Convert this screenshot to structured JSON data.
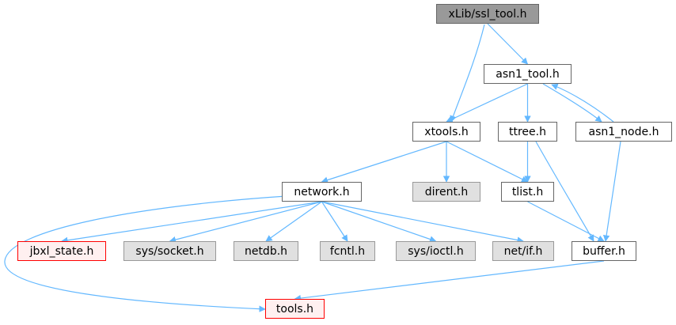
{
  "graph": {
    "edge_color": "#63b8ff",
    "nodes": {
      "ssl_tool": {
        "label": "xLib/ssl_tool.h",
        "kind": "root"
      },
      "asn1_tool": {
        "label": "asn1_tool.h",
        "kind": "link"
      },
      "xtools": {
        "label": "xtools.h",
        "kind": "link"
      },
      "ttree": {
        "label": "ttree.h",
        "kind": "link"
      },
      "asn1_node": {
        "label": "asn1_node.h",
        "kind": "link"
      },
      "network": {
        "label": "network.h",
        "kind": "link"
      },
      "dirent": {
        "label": "dirent.h",
        "kind": "system"
      },
      "tlist": {
        "label": "tlist.h",
        "kind": "link"
      },
      "jbxl_state": {
        "label": "jbxl_state.h",
        "kind": "missing"
      },
      "sys_socket": {
        "label": "sys/socket.h",
        "kind": "system"
      },
      "netdb": {
        "label": "netdb.h",
        "kind": "system"
      },
      "fcntl": {
        "label": "fcntl.h",
        "kind": "system"
      },
      "sys_ioctl": {
        "label": "sys/ioctl.h",
        "kind": "system"
      },
      "net_if": {
        "label": "net/if.h",
        "kind": "system"
      },
      "buffer": {
        "label": "buffer.h",
        "kind": "link"
      },
      "tools": {
        "label": "tools.h",
        "kind": "missing"
      }
    },
    "edges": [
      [
        "ssl_tool",
        "asn1_tool"
      ],
      [
        "ssl_tool",
        "xtools"
      ],
      [
        "asn1_tool",
        "xtools"
      ],
      [
        "asn1_tool",
        "ttree"
      ],
      [
        "asn1_tool",
        "asn1_node"
      ],
      [
        "asn1_node",
        "asn1_tool"
      ],
      [
        "asn1_node",
        "buffer"
      ],
      [
        "xtools",
        "network"
      ],
      [
        "xtools",
        "dirent"
      ],
      [
        "xtools",
        "tlist"
      ],
      [
        "ttree",
        "tlist"
      ],
      [
        "ttree",
        "buffer"
      ],
      [
        "tlist",
        "buffer"
      ],
      [
        "network",
        "jbxl_state"
      ],
      [
        "network",
        "sys_socket"
      ],
      [
        "network",
        "netdb"
      ],
      [
        "network",
        "fcntl"
      ],
      [
        "network",
        "sys_ioctl"
      ],
      [
        "network",
        "net_if"
      ],
      [
        "network",
        "tools"
      ],
      [
        "buffer",
        "tools"
      ]
    ]
  }
}
